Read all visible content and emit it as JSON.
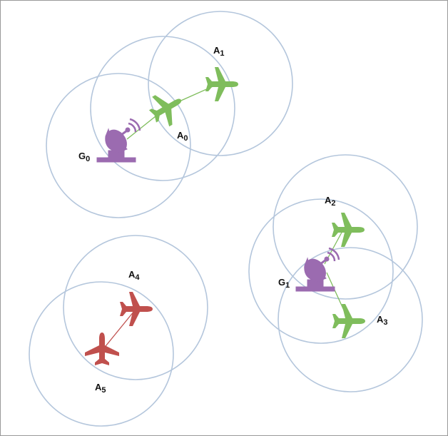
{
  "colors": {
    "range_ring": "#b4c6dc",
    "connected_aircraft": "#7fbd5c",
    "disconnected_aircraft": "#c0504d",
    "ground_station": "#9b6bb0",
    "connected_link": "#7fbd5c",
    "disconnected_link": "#c0504d"
  },
  "icons": {
    "aircraft": "airplane-icon",
    "ground_station": "satellite-dish-icon"
  },
  "nodes": {
    "G0": {
      "base": "G",
      "sub": "0"
    },
    "G1": {
      "base": "G",
      "sub": "1"
    },
    "A0": {
      "base": "A",
      "sub": "0"
    },
    "A1": {
      "base": "A",
      "sub": "1"
    },
    "A2": {
      "base": "A",
      "sub": "2"
    },
    "A3": {
      "base": "A",
      "sub": "3"
    },
    "A4": {
      "base": "A",
      "sub": "4"
    },
    "A5": {
      "base": "A",
      "sub": "5"
    }
  },
  "links": [
    {
      "from": "G0",
      "to": "A0",
      "status": "connected"
    },
    {
      "from": "A0",
      "to": "A1",
      "status": "connected"
    },
    {
      "from": "G1",
      "to": "A2",
      "status": "connected"
    },
    {
      "from": "G1",
      "to": "A3",
      "status": "connected"
    },
    {
      "from": "A4",
      "to": "A5",
      "status": "disconnected"
    }
  ]
}
